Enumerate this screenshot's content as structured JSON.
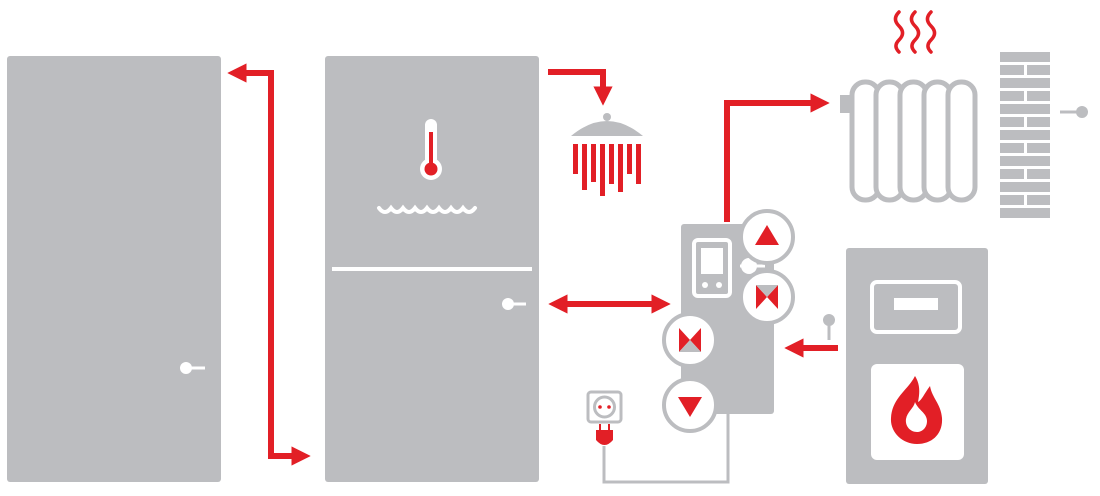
{
  "colors": {
    "gray": "#bcbdc0",
    "red": "#e21f26",
    "white": "#ffffff",
    "outline": "#a7a9ac"
  },
  "components": [
    {
      "name": "buffer-tank",
      "icons": []
    },
    {
      "name": "hot-water-tank",
      "icons": [
        "thermometer-icon",
        "water-waves-icon",
        "sensor-probe-icon"
      ]
    },
    {
      "name": "shower",
      "icons": [
        "shower-head-icon"
      ]
    },
    {
      "name": "radiator",
      "icons": [
        "radiator-icon",
        "heat-waves-icon"
      ]
    },
    {
      "name": "wall",
      "icons": [
        "brick-wall-icon",
        "sensor-probe-icon"
      ]
    },
    {
      "name": "controller-unit",
      "icons": [
        "display-icon",
        "pump-up-icon",
        "valve-icon",
        "pump-down-icon"
      ]
    },
    {
      "name": "boiler",
      "icons": [
        "flame-icon",
        "sensor-probe-icon"
      ]
    },
    {
      "name": "power-socket",
      "icons": [
        "socket-icon",
        "plug-icon"
      ]
    }
  ]
}
